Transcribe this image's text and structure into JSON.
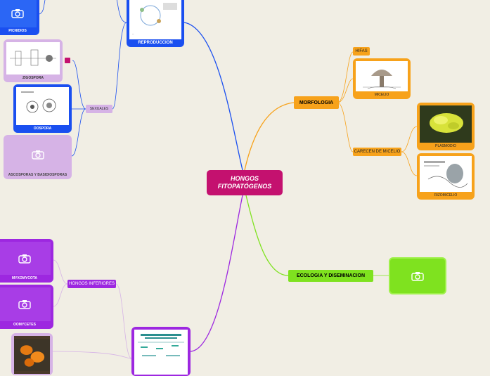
{
  "central": {
    "label": "HONGOS FITOPATÓGENOS"
  },
  "branches": {
    "morfologia": {
      "label": "MORFOLOGIA",
      "hifas": "HIFAS",
      "micelio": "MICELIO",
      "carecen": "CARECEN DE MICELIO",
      "plasmodio": "PLASMODIO",
      "rizomicelio": "RIZOMICELIO"
    },
    "ecologia": {
      "label": "ECOLOGIA Y DISEMINACION"
    },
    "reproduccion": {
      "label": "REPRODUCCION",
      "sexuales": "SEXUALES",
      "zigospora": "ZIGOSPORA",
      "oospora": "OOSPORA",
      "ascosporas": "ASCOSPORAS Y BASIDIOSPORAS",
      "picnidios": "PICNIDIOS"
    },
    "clasificacion": {
      "hongos_inferiores": "HONGOS INFERIORES",
      "myxomycota": "MYXOMYCOTA",
      "oomycetes": "OOMYCETES"
    }
  },
  "colors": {
    "central": "#c4116f",
    "morfologia": "#f7a21b",
    "ecologia": "#7fe21f",
    "reproduccion": "#1a4ff0",
    "sexuales": "#d6b3e6",
    "inferiores": "#9d27e0"
  }
}
